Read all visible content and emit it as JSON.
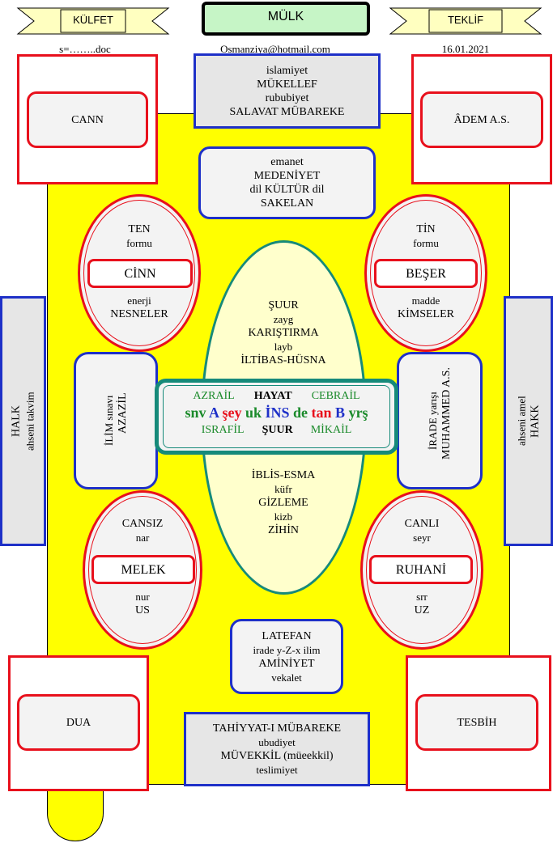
{
  "header": {
    "left_ribbon": "KÜLFET",
    "center_title": "MÜLK",
    "right_ribbon": "TEKLİF",
    "file": "s=……..doc",
    "email": "Osmanziya@hotmail.com",
    "date": "16.01.2021"
  },
  "top_box": [
    "islamiyet",
    "MÜKELLEF",
    "rububiyet",
    "SALAVAT  MÜBAREKE"
  ],
  "emanet_box": [
    "emanet",
    "MEDENİYET",
    "dil  KÜLTÜR  dil",
    "SAKELAN"
  ],
  "corners": {
    "top_left": "CANN",
    "top_right": "ÂDEM A.S.",
    "bottom_left": "DUA",
    "bottom_right": "TESBİH"
  },
  "ovals": {
    "ten": {
      "top": [
        "TEN",
        "formu"
      ],
      "label": "CİNN",
      "bottom": [
        "enerji",
        "NESNELER"
      ]
    },
    "tin": {
      "top": [
        "TİN",
        "formu"
      ],
      "label": "BEŞER",
      "bottom": [
        "madde",
        "KİMSELER"
      ]
    },
    "cansiz": {
      "top": [
        "CANSIZ",
        "nar"
      ],
      "label": "MELEK",
      "bottom": [
        "nur",
        "US"
      ]
    },
    "canli": {
      "top": [
        "CANLI",
        "seyr"
      ],
      "label": "RUHANİ",
      "bottom": [
        "srr",
        "UZ"
      ]
    }
  },
  "center_oval_top": [
    "ŞUUR",
    "zayg",
    "KARIŞTIRMA",
    "layb",
    "İLTİBAS-HÜSNA"
  ],
  "center_oval_bottom": [
    "İBLİS-ESMA",
    "küfr",
    "GİZLEME",
    "kizb",
    "ZİHİN"
  ],
  "side_boxes": {
    "left_outer": [
      "HALK",
      "ahseni takvim"
    ],
    "right_outer": [
      "ahseni  amel",
      "HAKK"
    ],
    "left_inner": [
      "İLİM sınavı",
      "AZAZİL"
    ],
    "right_inner": [
      "İRADE yarışı",
      "MUHAMMED A.S."
    ]
  },
  "center_panel": {
    "row1": [
      "AZRAİL",
      "HAYAT",
      "CEBRAİL"
    ],
    "row2": [
      {
        "t": "snv ",
        "c": "#1a8a2a"
      },
      {
        "t": "A ",
        "c": "#1e30c8"
      },
      {
        "t": "şey ",
        "c": "#e8101c"
      },
      {
        "t": "uk ",
        "c": "#1a8a2a"
      },
      {
        "t": "İNS ",
        "c": "#1e30c8"
      },
      {
        "t": "de ",
        "c": "#1a8a2a"
      },
      {
        "t": "tan ",
        "c": "#e8101c"
      },
      {
        "t": "B ",
        "c": "#1e30c8"
      },
      {
        "t": "yrş",
        "c": "#1a8a2a"
      }
    ],
    "row3": [
      "ISRAFİL",
      "ŞUUR",
      "MİKAİL"
    ]
  },
  "latefan_box": [
    "LATEFAN",
    "irade y-Z-x ilim",
    "AMİNİYET",
    "vekalet"
  ],
  "bottom_box": [
    "TAHİYYAT-I MÜBAREKE",
    "ubudiyet",
    "MÜVEKKİL (müeekkil)",
    "teslimiyet"
  ],
  "colors": {
    "yellow": "#ffff00",
    "red": "#e8101c",
    "blue": "#1e30c8",
    "teal": "#168a7a",
    "green": "#1a8a2a",
    "pale_yellow": "#ffffcc"
  }
}
